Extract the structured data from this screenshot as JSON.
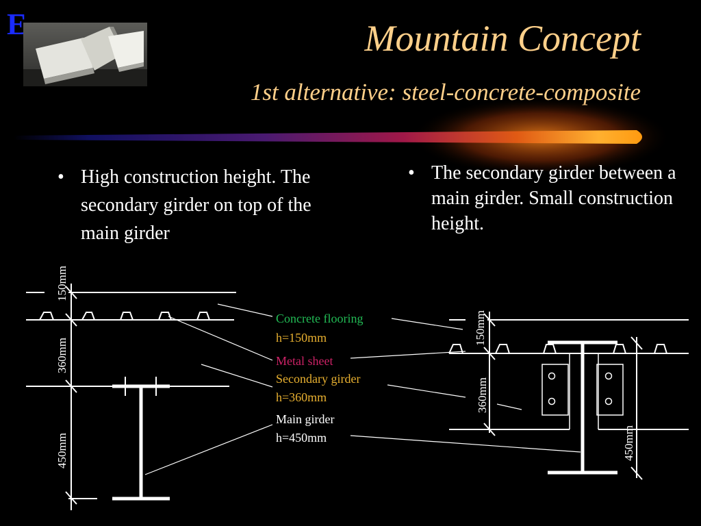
{
  "slide": {
    "logo_letter": "E",
    "title": "Mountain Concept",
    "subtitle": "1st alternative: steel-concrete-composite"
  },
  "bullets": {
    "left": "High construction height. The secondary girder on top of the main girder",
    "right": "The secondary girder between a main girder. Small construction height."
  },
  "labels": {
    "concrete": "Concrete flooring",
    "concrete_h": "h=150mm",
    "metal": "Metal sheet",
    "secondary": "Secondary girder",
    "secondary_h": "h=360mm",
    "main": "Main girder",
    "main_h": "h=450mm"
  },
  "dimensions": {
    "d150": "150mm",
    "d360": "360mm",
    "d450": "450mm"
  },
  "colors": {
    "title": "#ffd08a",
    "logo": "#1a2bff",
    "concrete_label": "#22bb55",
    "metal_label": "#cc2266",
    "secondary_label": "#e8b030"
  }
}
